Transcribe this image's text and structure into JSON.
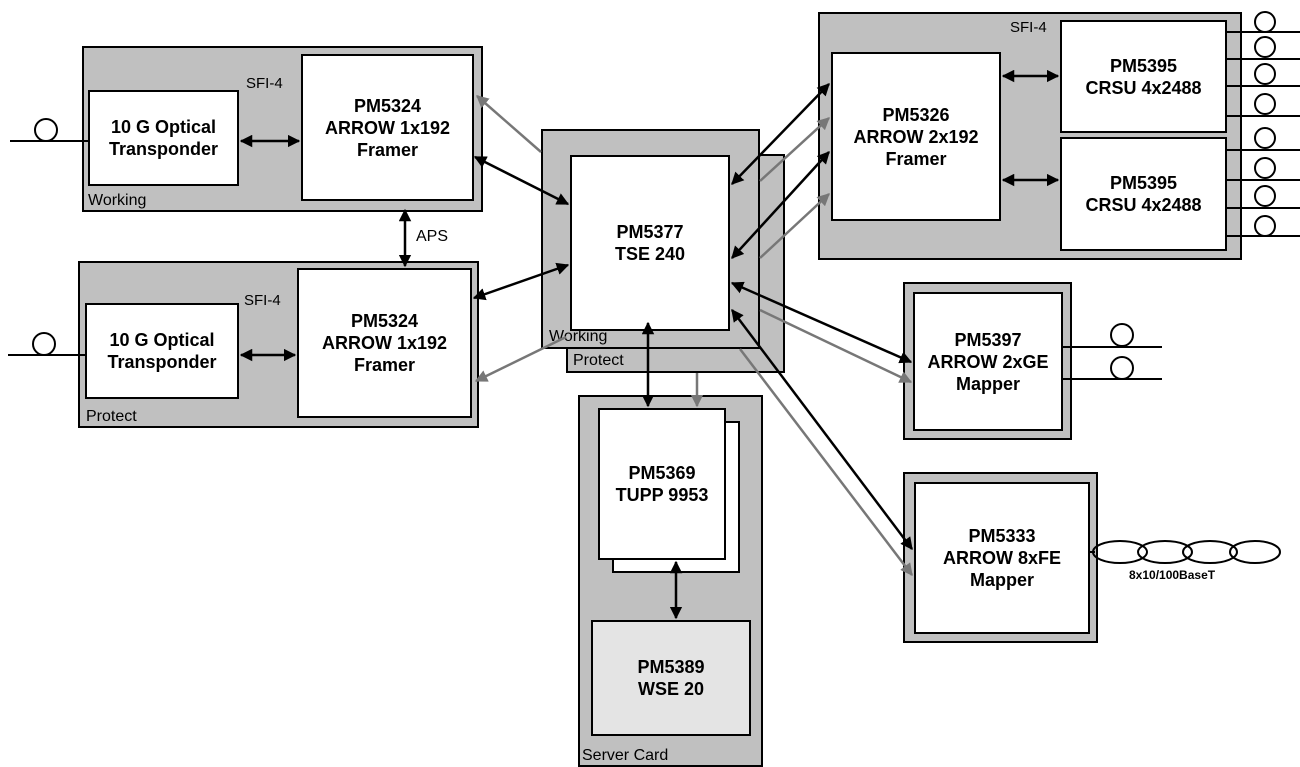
{
  "colors": {
    "card": "#c0c0c0",
    "wse_fill": "#e4e4e4",
    "black_arrow": "#000000",
    "gray_arrow": "#777777"
  },
  "cards": {
    "working": "Working",
    "protect": "Protect",
    "tse_working": "Working",
    "tse_protect": "Protect",
    "server": "Server Card"
  },
  "labels": {
    "sfi_working": "SFI-4",
    "sfi_protect": "SFI-4",
    "sfi_top": "SFI-4",
    "aps": "APS",
    "fe_ports": "8x10/100BaseT"
  },
  "blocks": {
    "transponder_working": [
      "10 G Optical",
      "Transponder"
    ],
    "framer_working": [
      "PM5324",
      "ARROW 1x192",
      "Framer"
    ],
    "transponder_protect": [
      "10 G Optical",
      "Transponder"
    ],
    "framer_protect": [
      "PM5324",
      "ARROW 1x192",
      "Framer"
    ],
    "tse": [
      "PM5377",
      "TSE 240"
    ],
    "framer_2x192": [
      "PM5326",
      "ARROW 2x192",
      "Framer"
    ],
    "crsu_top": [
      "PM5395",
      "CRSU 4x2488"
    ],
    "crsu_bottom": [
      "PM5395",
      "CRSU 4x2488"
    ],
    "ge_mapper": [
      "PM5397",
      "ARROW 2xGE",
      "Mapper"
    ],
    "fe_mapper": [
      "PM5333",
      "ARROW 8xFE",
      "Mapper"
    ],
    "tupp": [
      "PM5369",
      "TUPP 9953"
    ],
    "wse": [
      "PM5389",
      "WSE 20"
    ]
  }
}
